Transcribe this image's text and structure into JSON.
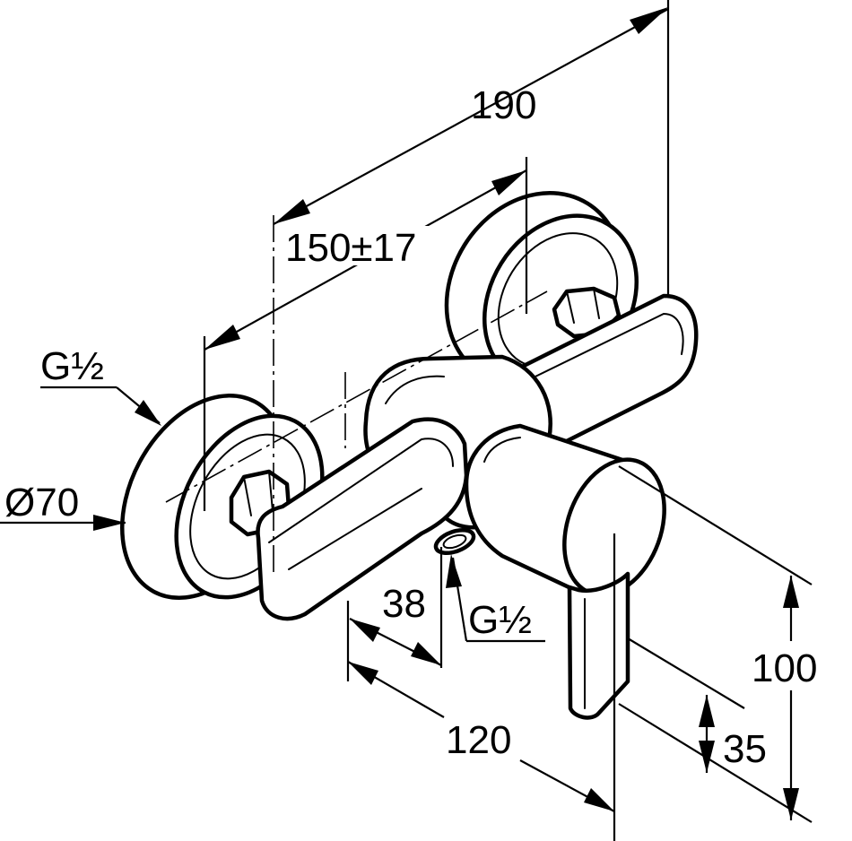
{
  "dimensions": {
    "overall_width": "190",
    "center_distance": "150±17",
    "inlet_thread_left": "G½",
    "rosette_diameter": "Ø70",
    "outlet_offset": "38",
    "outlet_thread": "G½",
    "projection": "120",
    "height_total": "100",
    "height_lever": "35"
  },
  "colors": {
    "line": "#000000",
    "background": "#ffffff"
  }
}
